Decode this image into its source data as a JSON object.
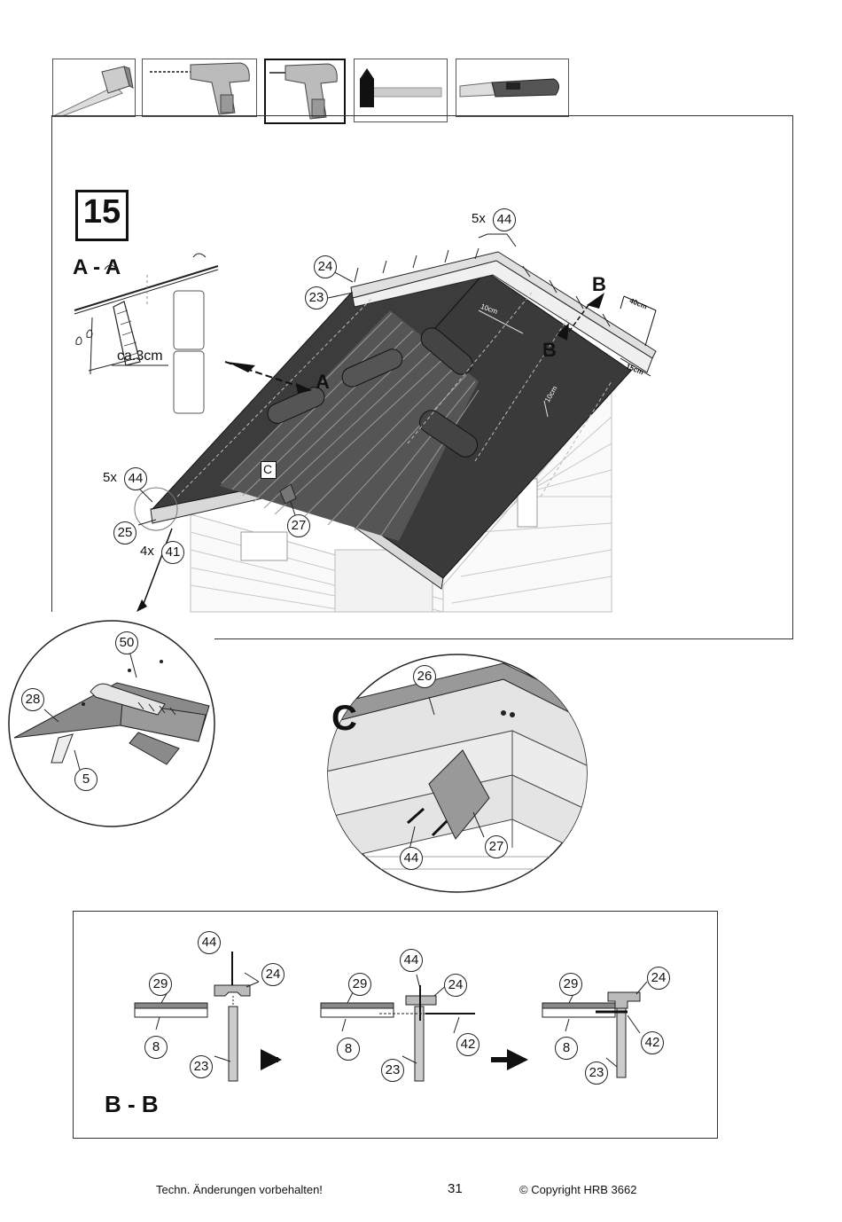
{
  "step_number": "15",
  "tools": [
    {
      "icon": "tape-measure-icon"
    },
    {
      "icon": "drill-icon"
    },
    {
      "icon": "screwdriver-drill-icon"
    },
    {
      "icon": "hammer-icon"
    },
    {
      "icon": "utility-knife-icon"
    }
  ],
  "section_aa": {
    "title": "A - A",
    "measure": "ca.3cm"
  },
  "main": {
    "ridge_count": "5x",
    "part_44": "44",
    "part_24": "24",
    "part_23": "23",
    "marker_a": "A",
    "marker_b": "B",
    "marker_c": "C",
    "dim_10cm_a": "10cm",
    "dim_10cm_b": "10cm",
    "dim_40cm": "40cm",
    "dim_15cm": "15cm",
    "eave_count_44": "5x",
    "eave_part_44": "44",
    "part_25": "25",
    "part_27": "27",
    "eave_count_41": "4x",
    "part_41": "41"
  },
  "detail_left": {
    "part_50": "50",
    "part_28": "28",
    "part_5": "5"
  },
  "detail_c": {
    "title": "C",
    "part_26": "26",
    "part_27": "27",
    "part_44": "44"
  },
  "section_bb": {
    "title": "B - B",
    "step1": {
      "p44": "44",
      "p24": "24",
      "p29": "29",
      "p8": "8",
      "p23": "23"
    },
    "step2": {
      "p44": "44",
      "p24": "24",
      "p29": "29",
      "p8": "8",
      "p42": "42",
      "p23": "23"
    },
    "step3": {
      "p24": "24",
      "p29": "29",
      "p42": "42",
      "p8": "8",
      "p23": "23"
    }
  },
  "footer": {
    "left": "Techn. Änderungen vorbehalten!",
    "page": "31",
    "right": "© Copyright HRB 3662"
  },
  "colors": {
    "roof": "#3a3a3a",
    "shingle_dark": "#2a2a2a",
    "wall": "#cfcfcf",
    "light": "#e6e6e6"
  }
}
